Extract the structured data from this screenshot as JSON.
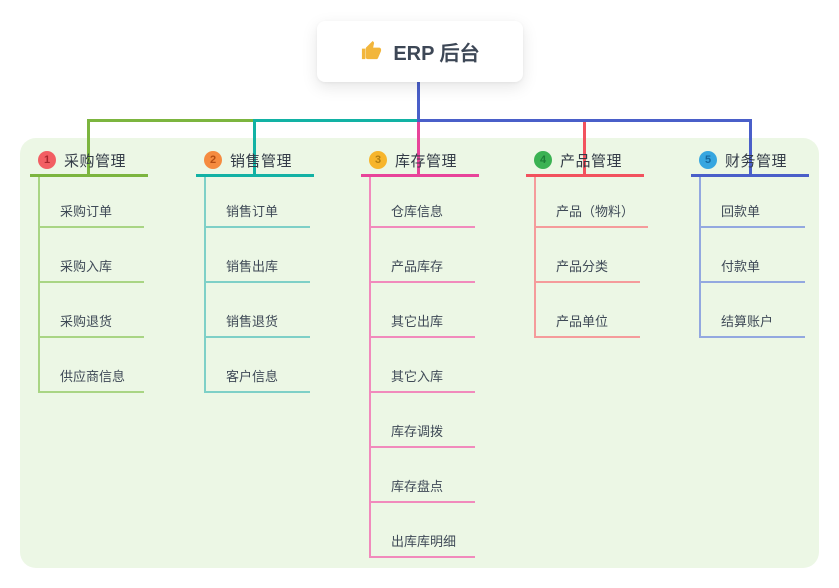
{
  "root": {
    "icon": "thumbs-up-icon",
    "icon_char": "👍",
    "title": "ERP 后台"
  },
  "panel_color": "#ecf7e5",
  "stem_color": "#4a5fc9",
  "branches": [
    {
      "num": "1",
      "label": "采购管理",
      "colors": {
        "badge_bg": "#f25e63",
        "badge_num": "#a8262d",
        "line": "#7cb53f",
        "child_line": "#a9d584"
      },
      "children": [
        "采购订单",
        "采购入库",
        "采购退货",
        "供应商信息"
      ]
    },
    {
      "num": "2",
      "label": "销售管理",
      "colors": {
        "badge_bg": "#f58b40",
        "badge_num": "#b44c12",
        "line": "#12b2a4",
        "child_line": "#7ed0c7"
      },
      "children": [
        "销售订单",
        "销售出库",
        "销售退货",
        "客户信息"
      ]
    },
    {
      "num": "3",
      "label": "库存管理",
      "colors": {
        "badge_bg": "#f7b52c",
        "badge_num": "#b17d10",
        "line": "#e8449a",
        "child_line": "#f18abc"
      },
      "children": [
        "仓库信息",
        "产品库存",
        "其它出库",
        "其它入库",
        "库存调拨",
        "库存盘点",
        "出库库明细"
      ]
    },
    {
      "num": "4",
      "label": "产品管理",
      "colors": {
        "badge_bg": "#3bb253",
        "badge_num": "#1d7e37",
        "line": "#f2525e",
        "child_line": "#f59b9b"
      },
      "children": [
        "产品（物料）",
        "产品分类",
        "产品单位"
      ]
    },
    {
      "num": "5",
      "label": "财务管理",
      "colors": {
        "badge_bg": "#36a6e0",
        "badge_num": "#14679e",
        "line": "#4a5fc9",
        "child_line": "#93a8e0"
      },
      "children": [
        "回款单",
        "付款单",
        "结算账户"
      ]
    }
  ]
}
